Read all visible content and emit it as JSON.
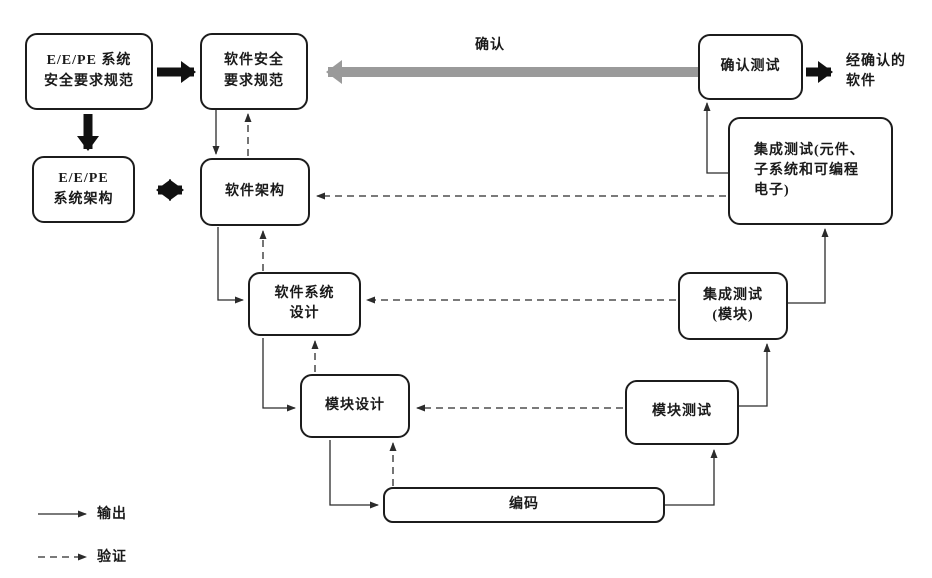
{
  "diagram_title": "software-safety-lifecycle-v-model",
  "boxes": {
    "eepe_safety_req": {
      "label": "E/E/PE 系统\n安全要求规范"
    },
    "sw_safety_req": {
      "label": "软件安全\n要求规范"
    },
    "eepe_arch": {
      "label": "E/E/PE\n系统架构"
    },
    "sw_arch": {
      "label": "软件架构"
    },
    "sw_system_design": {
      "label": "软件系统\n设计"
    },
    "module_design": {
      "label": "模块设计"
    },
    "coding": {
      "label": "编码"
    },
    "module_test": {
      "label": "模块测试"
    },
    "integration_test_module": {
      "label": "集成测试\n(模块)"
    },
    "integration_test_pe": {
      "label": "集成测试(元件、\n子系统和可编程\n电子)"
    },
    "validation_test": {
      "label": "确认测试"
    }
  },
  "labels": {
    "validation_arrow": "确认",
    "validated_software": "经确认的\n软件"
  },
  "legend": {
    "output": "输出",
    "verification": "验证"
  },
  "colors": {
    "box_border": "#1c1c1c",
    "thin_line": "#2b2b2b",
    "thick_arrow": "#111111",
    "gray_arrow": "#9a9a9a",
    "background": "#ffffff"
  }
}
